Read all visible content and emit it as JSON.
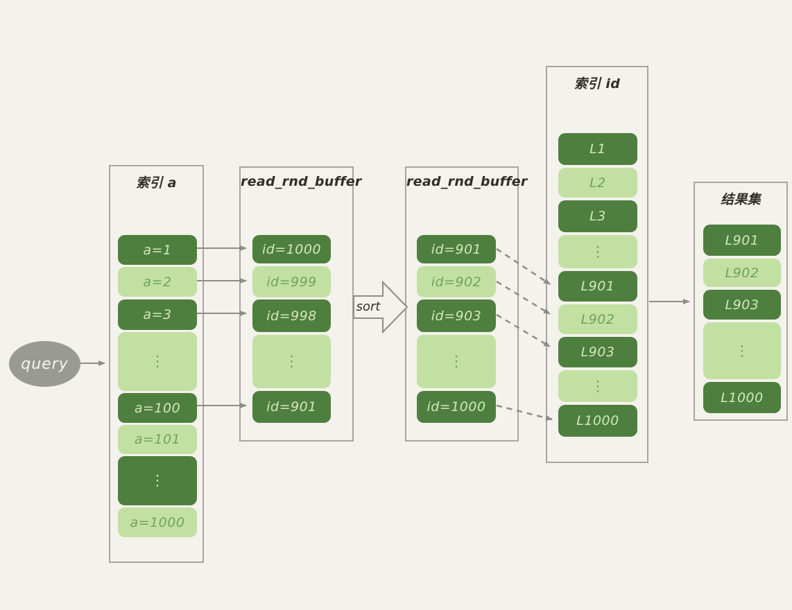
{
  "palette": {
    "background": "#f4f2ec",
    "box_border": "#a7a59e",
    "dark_cell": "#4e7f3e",
    "light_cell": "#c3e0a3",
    "text_on_dark": "#d3e8bd",
    "text_on_light": "#6fa25a",
    "arrow_gray": "#8d8c86",
    "query_fill": "#9a9a95",
    "query_text": "#f6f5f0",
    "title_text": "#30302b"
  },
  "diagram": {
    "query_label": "query",
    "sort_label": "sort",
    "columns": [
      {
        "title": "索引 a",
        "cells": [
          {
            "label": "a=1"
          },
          {
            "label": "a=2"
          },
          {
            "label": "a=3"
          },
          {
            "label": "⋮"
          },
          {
            "label": "a=100"
          },
          {
            "label": "a=101"
          },
          {
            "label": "⋮"
          },
          {
            "label": "a=1000"
          }
        ]
      },
      {
        "title": "read_rnd_buffer",
        "cells": [
          {
            "label": "id=1000"
          },
          {
            "label": "id=999"
          },
          {
            "label": "id=998"
          },
          {
            "label": "⋮"
          },
          {
            "label": "id=901"
          }
        ]
      },
      {
        "title": "read_rnd_buffer",
        "cells": [
          {
            "label": "id=901"
          },
          {
            "label": "id=902"
          },
          {
            "label": "id=903"
          },
          {
            "label": "⋮"
          },
          {
            "label": "id=1000"
          }
        ]
      },
      {
        "title": "索引 id",
        "cells": [
          {
            "label": "L1"
          },
          {
            "label": "L2"
          },
          {
            "label": "L3"
          },
          {
            "label": "⋮"
          },
          {
            "label": "L901"
          },
          {
            "label": "L902"
          },
          {
            "label": "L903"
          },
          {
            "label": "⋮"
          },
          {
            "label": "L1000"
          }
        ]
      },
      {
        "title": "结果集",
        "cells": [
          {
            "label": "L901"
          },
          {
            "label": "L902"
          },
          {
            "label": "L903"
          },
          {
            "label": "⋮"
          },
          {
            "label": "L1000"
          }
        ]
      }
    ]
  }
}
